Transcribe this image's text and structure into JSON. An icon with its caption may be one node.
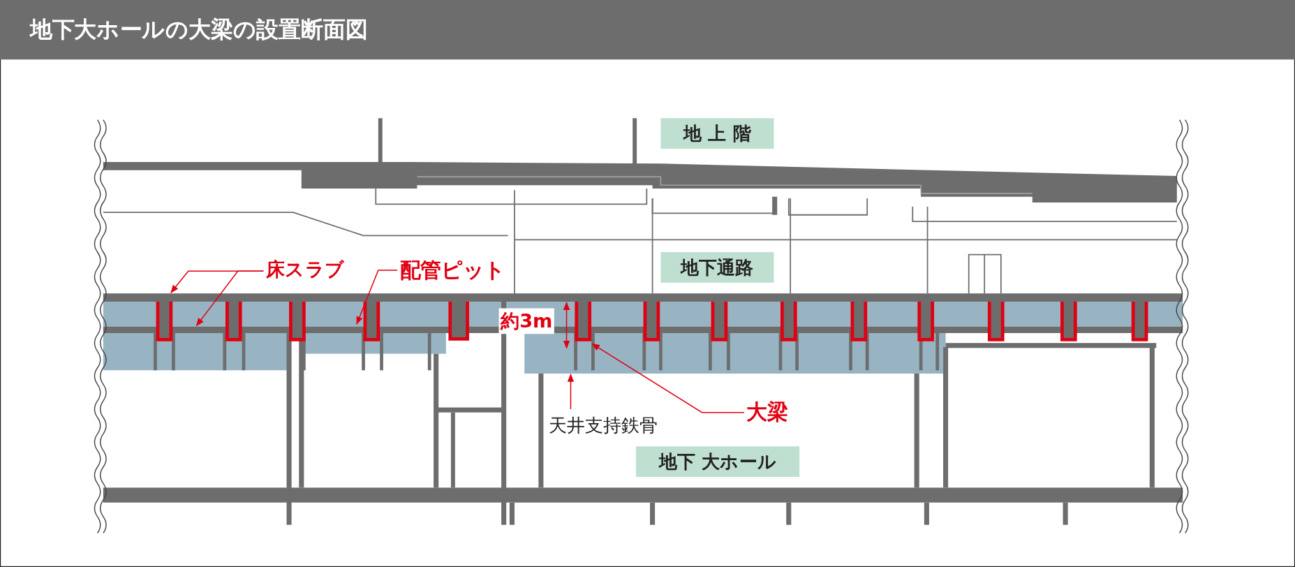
{
  "diagram": {
    "title": "地下大ホールの大梁の設置断面図",
    "nodes": [
      {
        "text": [
          "地 上 階"
        ]
      },
      {
        "text": [
          "地下通路"
        ]
      },
      {
        "text": [
          "地下 大ホール"
        ]
      },
      {
        "text": [
          "床スラブ"
        ]
      },
      {
        "text": [
          "配管ピット"
        ]
      },
      {
        "text": [
          "大梁"
        ]
      },
      {
        "text": [
          "天井支持鉄骨"
        ]
      }
    ],
    "edges": [
      {
        "from": 3,
        "to": null,
        "arrow": "to"
      },
      {
        "from": 3,
        "to": null,
        "arrow": "to"
      },
      {
        "from": 4,
        "to": null,
        "arrow": "to"
      },
      {
        "from": 5,
        "to": null,
        "arrow": "to"
      },
      {
        "from": 6,
        "to": null,
        "arrow": "to"
      }
    ],
    "labels": [
      "約3m"
    ]
  }
}
